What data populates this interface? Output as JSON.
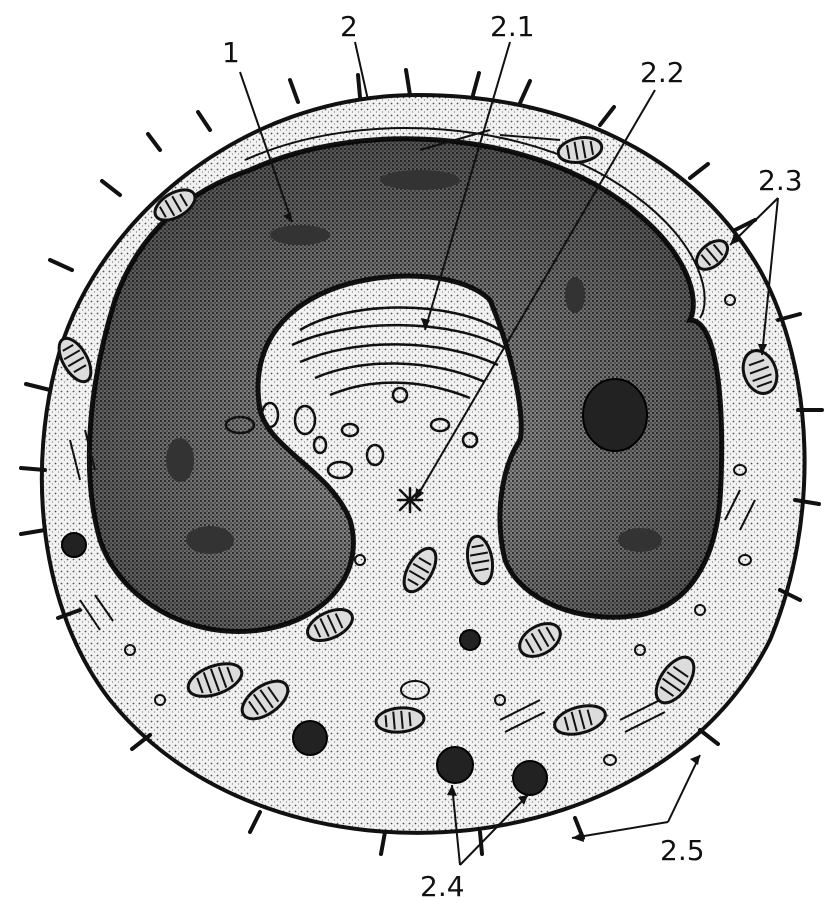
{
  "figure": {
    "labels": {
      "l1": "1",
      "l2": "2",
      "l2_1": "2.1",
      "l2_2": "2.2",
      "l2_3": "2.3",
      "l2_4": "2.4",
      "l2_5": "2.5"
    },
    "colors": {
      "ink": "#111111",
      "paper": "#ffffff",
      "cytoplasm": "#e8e8e8",
      "nucleus": "#6a6a6a"
    }
  }
}
